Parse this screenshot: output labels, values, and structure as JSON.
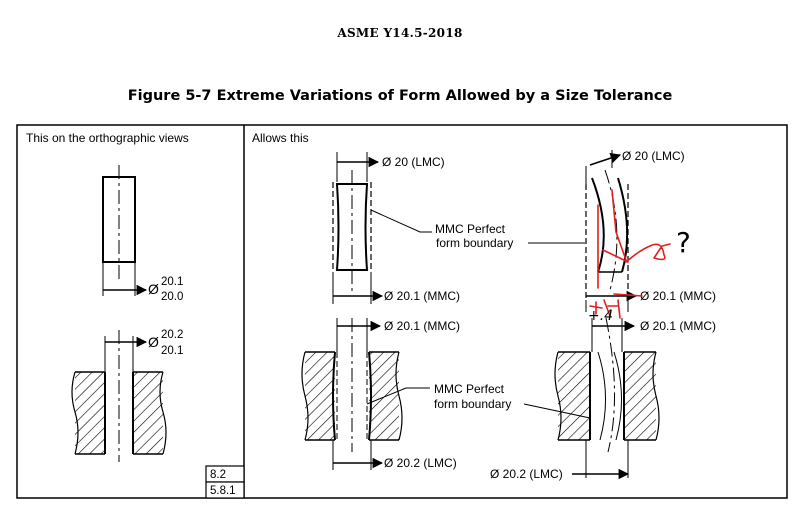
{
  "doc": {
    "header": "ASME Y14.5-2018",
    "title": "Figure 5-7 Extreme Variations of Form Allowed by a Size Tolerance"
  },
  "left_panel": {
    "caption": "This on the orthographic views",
    "dia_symbol": "Ø",
    "pin_tol_upper": "20.1",
    "pin_tol_lower": "20.0",
    "hole_tol_upper": "20.2",
    "hole_tol_lower": "20.1",
    "ref_1": "8.2",
    "ref_2": "5.8.1"
  },
  "right_panel": {
    "caption": "Allows this",
    "pin_lmc": "Ø 20 (LMC)",
    "pin_mmc": "Ø 20.1 (MMC)",
    "pin_lmc_bent": "Ø 20 (LMC)",
    "pin_mmc_bent": "Ø 20.1 (MMC)",
    "mmc_boundary_pin": [
      "MMC Perfect",
      "form boundary"
    ],
    "hole_mmc": "Ø 20.1 (MMC)",
    "hole_lmc": "Ø 20.2 (LMC)",
    "hole_mmc_bent": "Ø 20.1 (MMC)",
    "hole_lmc_bent": "Ø 20.2 (LMC)",
    "mmc_boundary_hole": [
      "MMC Perfect",
      "form boundary"
    ]
  },
  "annotations": {
    "question_mark": "?",
    "handwritten_note": "+.4",
    "ink_color": "#e02020"
  }
}
